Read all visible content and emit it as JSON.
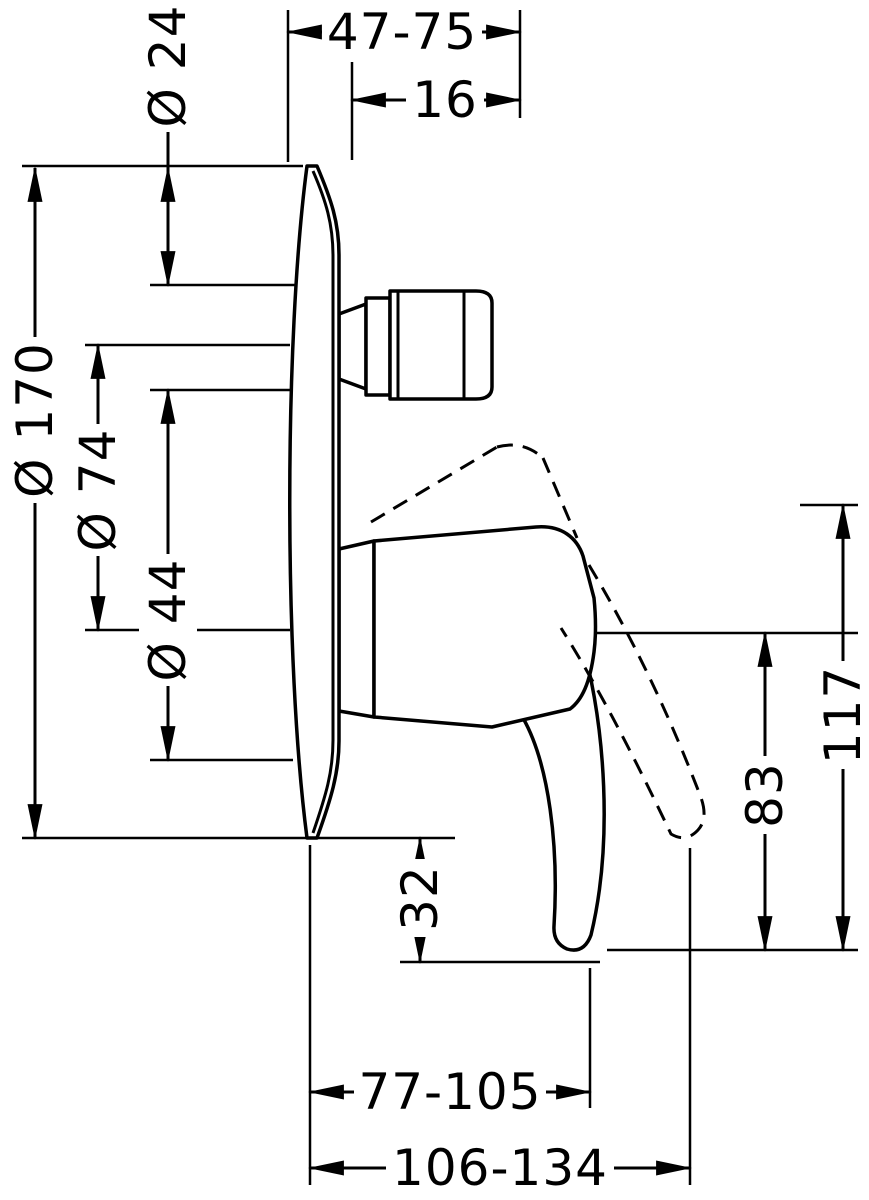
{
  "drawing": {
    "kind": "technical-dimension-drawing",
    "line_color": "#000000",
    "background_color": "#ffffff",
    "labels": {
      "dia_24": "Ø 24",
      "range_47_75": "47-75",
      "proj_16": "16",
      "dia_170": "Ø 170",
      "dia_74": "Ø 74",
      "dia_44": "Ø 44",
      "h_117": "117",
      "h_83": "83",
      "h_32": "32",
      "range_77_105": "77-105",
      "range_106_134": "106-134"
    }
  }
}
